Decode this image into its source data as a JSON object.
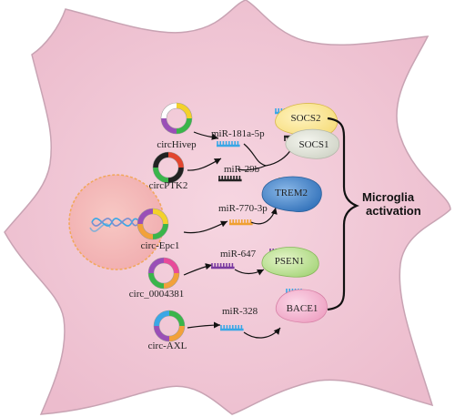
{
  "colors": {
    "cell_fill": "#f0c9d6",
    "cell_stroke": "#c8a3b3",
    "nucleus_fill": "#f4b8b6",
    "nucleus_stroke": "#f2a75a",
    "mirna_blue": "#3aa7e6",
    "mirna_black": "#222222",
    "mirna_orange": "#f0a030",
    "mirna_purple": "#7a3aa0"
  },
  "circrnas": [
    {
      "label": "circHivep",
      "segments": [
        "#f3d12a",
        "#3ab54a",
        "#9a4fb7",
        "#ffffff"
      ]
    },
    {
      "label": "circPTK2",
      "segments": [
        "#e2452f",
        "#222222",
        "#3ab54a",
        "#222222"
      ]
    },
    {
      "label": "circ-Epc1",
      "segments": [
        "#f3d12a",
        "#3ab54a",
        "#f2a13a",
        "#9a4fb7"
      ]
    },
    {
      "label": "circ_0004381",
      "segments": [
        "#e84a9a",
        "#f2a13a",
        "#3ab54a",
        "#9a4fb7"
      ]
    },
    {
      "label": "circ-AXL",
      "segments": [
        "#3ab54a",
        "#f2a13a",
        "#9a4fb7",
        "#3aa7e6"
      ]
    }
  ],
  "mirnas": [
    {
      "label": "miR-181a-5p",
      "color": "#3aa7e6"
    },
    {
      "label": "miR-29b",
      "color": "#222222"
    },
    {
      "label": "miR-770-3p",
      "color": "#f0a030"
    },
    {
      "label": "miR-647",
      "color": "#7a3aa0"
    },
    {
      "label": "miR-328",
      "color": "#3aa7e6"
    }
  ],
  "targets": [
    {
      "label": "SOCS2",
      "color": "#f6dc7a"
    },
    {
      "label": "SOCS1",
      "color": "#d9dcd2"
    },
    {
      "label": "TREM2",
      "color": "#3a82c8"
    },
    {
      "label": "PSEN1",
      "color": "#b5dd8a"
    },
    {
      "label": "BACE1",
      "color": "#f3aacb"
    }
  ],
  "outcome": {
    "line1": "Microglia",
    "line2": "activation"
  }
}
